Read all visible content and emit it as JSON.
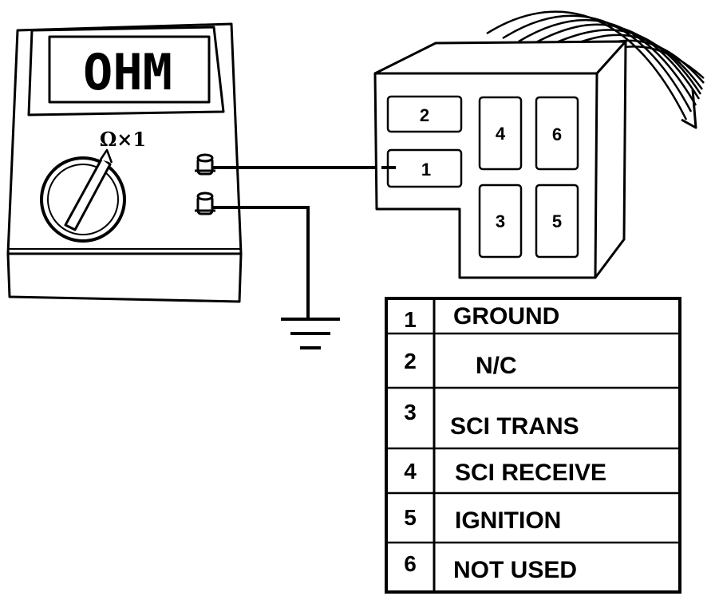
{
  "meter": {
    "display": "OHM",
    "range_label": "Ω×1"
  },
  "connector": {
    "cavities": [
      "2",
      "1",
      "4",
      "6",
      "3",
      "5"
    ]
  },
  "pinout_table": {
    "rows": [
      {
        "pin": "1",
        "function": "GROUND"
      },
      {
        "pin": "2",
        "function": "N/C"
      },
      {
        "pin": "3",
        "function": "SCI TRANS"
      },
      {
        "pin": "4",
        "function": "SCI RECEIVE"
      },
      {
        "pin": "5",
        "function": "IGNITION"
      },
      {
        "pin": "6",
        "function": "NOT USED"
      }
    ]
  }
}
